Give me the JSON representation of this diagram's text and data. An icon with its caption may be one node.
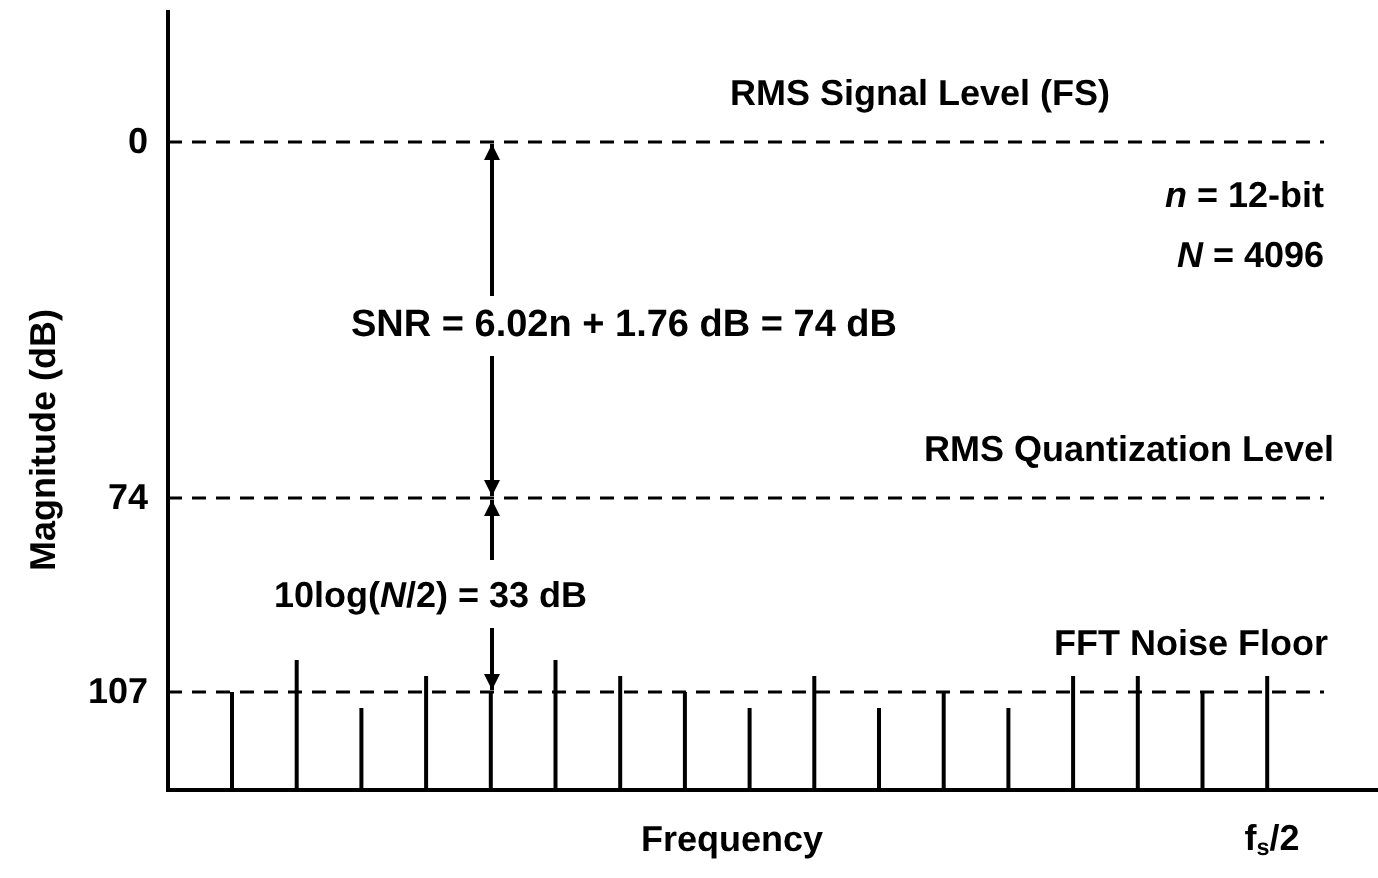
{
  "diagram": {
    "labels": [
      "RMS Signal Level (FS)",
      "0",
      "*n* = 12-bit",
      "*N* = 4096",
      "SNR = 6.02n + 1.76 dB = 74 dB",
      "RMS Quantization Level",
      "74",
      "10log(*N*/2) = 33 dB",
      "FFT Noise Floor",
      "107",
      "Magnitude (dB)",
      "Frequency",
      "f$_{s}$/2"
    ]
  }
}
